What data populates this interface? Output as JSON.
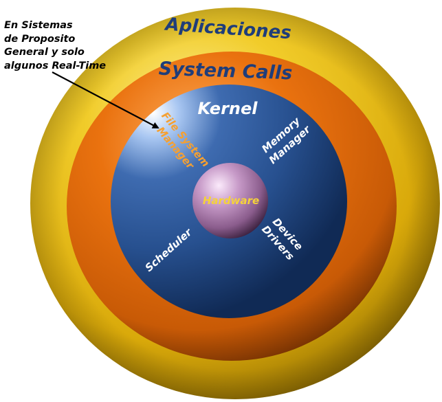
{
  "annotation": {
    "lines": [
      "En Sistemas",
      "de Proposito",
      "General y solo",
      "algunos Real-Time"
    ]
  },
  "rings": {
    "outer": "Aplicaciones",
    "middle": "System Calls",
    "inner": "Kernel",
    "center": "Hardware"
  },
  "kernel_components": {
    "file_system_manager": [
      "File System",
      "Manager"
    ],
    "memory_manager": [
      "Memory",
      "Manager"
    ],
    "scheduler": "Scheduler",
    "device_drivers": [
      "Device",
      "Drivers"
    ]
  },
  "colors": {
    "aplicaciones_ring": "#e2b60a",
    "system_calls_ring": "#e0650a",
    "kernel_disk": "#27508f",
    "hardware_sphere": "#a878a8",
    "outer_label": "#1f3d7a",
    "kernel_label": "#ffffff",
    "file_system_label": "#f5a031",
    "hardware_label": "#f5d23a"
  }
}
